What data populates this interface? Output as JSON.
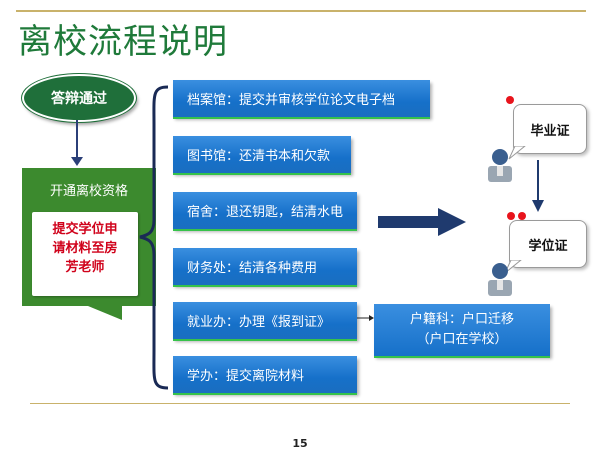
{
  "title": "离校流程说明",
  "start": "答辩通过",
  "qualification": {
    "title": "开通离校资格",
    "note_lines": [
      "提交学位申",
      "请材料至房",
      "芳老师"
    ]
  },
  "steps": [
    "档案馆：提交并审核学位论文电子档",
    "图书馆：还清书本和欠款",
    "宿舍：退还钥匙，结清水电",
    "财务处：结清各种费用",
    "就业办：办理《报到证》",
    "学办：提交离院材料"
  ],
  "hukou_lines": [
    "户籍科：户口迁移",
    "（户口在学校）"
  ],
  "results": {
    "diploma": "毕业证",
    "degree": "学位证"
  },
  "page_number": "15",
  "colors": {
    "title": "#1f7a3a",
    "start_fill": "#1f6f3a",
    "qualification_fill": "#3c8a2e",
    "step_fill": "#1670c9",
    "arrow": "#1f3a6e",
    "note_text": "#d0021b"
  }
}
